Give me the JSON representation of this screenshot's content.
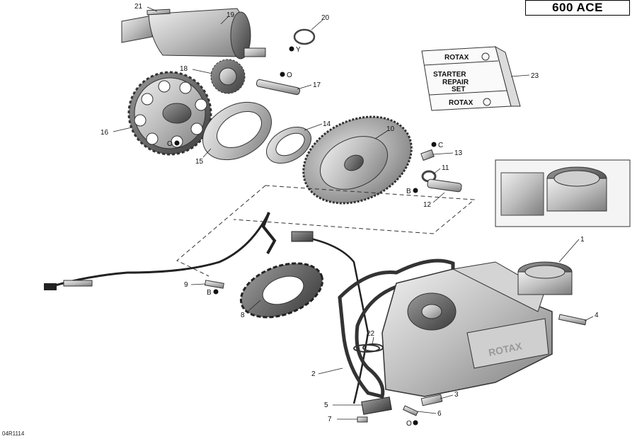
{
  "model_label": "600 ACE",
  "reference_code": "04R1114",
  "kit_label": {
    "brand_top": "ROTAX",
    "line1": "STARTER",
    "line2": "REPAIR",
    "line3": "SET",
    "brand_bottom": "ROTAX"
  },
  "callouts": [
    "1",
    "2",
    "3",
    "4",
    "5",
    "6",
    "7",
    "8",
    "9",
    "10",
    "11",
    "12",
    "13",
    "14",
    "15",
    "16",
    "17",
    "18",
    "19",
    "20",
    "21",
    "22",
    "23"
  ],
  "lubricant_marks": {
    "y": "Y",
    "o": "O",
    "c": "C",
    "b": "B"
  },
  "case_brand": "ROTAX"
}
